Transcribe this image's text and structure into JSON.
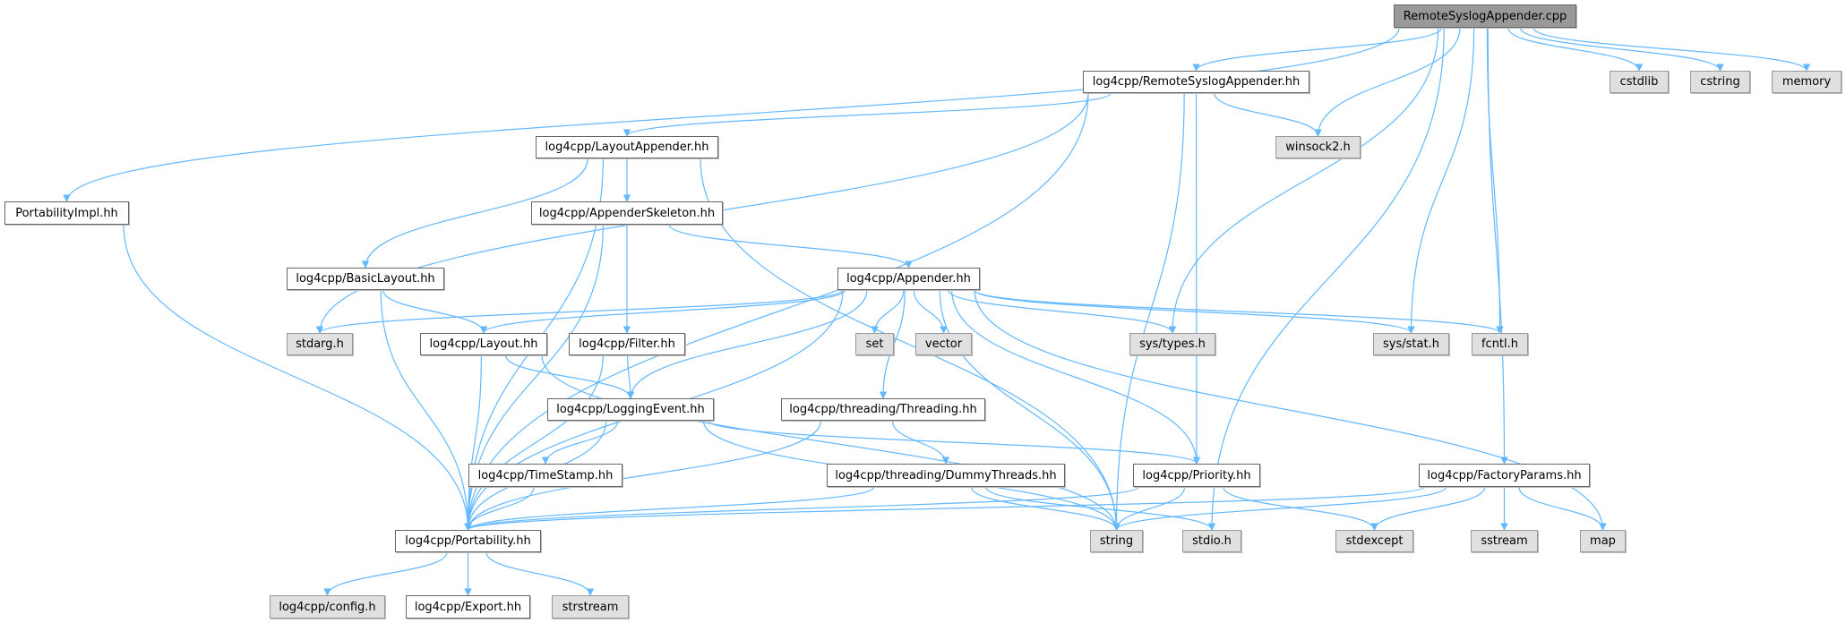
{
  "graph": {
    "nodes": {
      "cpp": {
        "label": "RemoteSyslogAppender.cpp",
        "kind": "root"
      },
      "rsa": {
        "label": "log4cpp/RemoteSyslogAppender.hh",
        "kind": "doc"
      },
      "pimpl": {
        "label": "PortabilityImpl.hh",
        "kind": "doc"
      },
      "lapp": {
        "label": "log4cpp/LayoutAppender.hh",
        "kind": "doc"
      },
      "winsock": {
        "label": "winsock2.h",
        "kind": "ext"
      },
      "cstdlib": {
        "label": "cstdlib",
        "kind": "ext"
      },
      "cstring": {
        "label": "cstring",
        "kind": "ext"
      },
      "memory": {
        "label": "memory",
        "kind": "ext"
      },
      "askel": {
        "label": "log4cpp/AppenderSkeleton.hh",
        "kind": "doc"
      },
      "basic": {
        "label": "log4cpp/BasicLayout.hh",
        "kind": "doc"
      },
      "appender": {
        "label": "log4cpp/Appender.hh",
        "kind": "doc"
      },
      "stdarg": {
        "label": "stdarg.h",
        "kind": "ext"
      },
      "layout": {
        "label": "log4cpp/Layout.hh",
        "kind": "doc"
      },
      "filter": {
        "label": "log4cpp/Filter.hh",
        "kind": "doc"
      },
      "set": {
        "label": "set",
        "kind": "ext"
      },
      "vector": {
        "label": "vector",
        "kind": "ext"
      },
      "systypes": {
        "label": "sys/types.h",
        "kind": "ext"
      },
      "sysstat": {
        "label": "sys/stat.h",
        "kind": "ext"
      },
      "fcntl": {
        "label": "fcntl.h",
        "kind": "ext"
      },
      "logev": {
        "label": "log4cpp/LoggingEvent.hh",
        "kind": "doc"
      },
      "threading": {
        "label": "log4cpp/threading/Threading.hh",
        "kind": "doc"
      },
      "timestamp": {
        "label": "log4cpp/TimeStamp.hh",
        "kind": "doc"
      },
      "dummy": {
        "label": "log4cpp/threading/DummyThreads.hh",
        "kind": "doc"
      },
      "priority": {
        "label": "log4cpp/Priority.hh",
        "kind": "doc"
      },
      "factory": {
        "label": "log4cpp/FactoryParams.hh",
        "kind": "doc"
      },
      "portability": {
        "label": "log4cpp/Portability.hh",
        "kind": "doc"
      },
      "string": {
        "label": "string",
        "kind": "ext"
      },
      "stdio": {
        "label": "stdio.h",
        "kind": "ext"
      },
      "stdexcept": {
        "label": "stdexcept",
        "kind": "ext"
      },
      "sstream": {
        "label": "sstream",
        "kind": "ext"
      },
      "map": {
        "label": "map",
        "kind": "ext"
      },
      "config": {
        "label": "log4cpp/config.h",
        "kind": "ext"
      },
      "export": {
        "label": "log4cpp/Export.hh",
        "kind": "doc"
      },
      "strstream": {
        "label": "strstream",
        "kind": "ext"
      }
    },
    "edges": [
      [
        "cpp",
        "pimpl"
      ],
      [
        "cpp",
        "rsa"
      ],
      [
        "cpp",
        "winsock"
      ],
      [
        "cpp",
        "systypes"
      ],
      [
        "cpp",
        "stdio"
      ],
      [
        "cpp",
        "sysstat"
      ],
      [
        "cpp",
        "fcntl"
      ],
      [
        "cpp",
        "factory"
      ],
      [
        "cpp",
        "cstdlib"
      ],
      [
        "cpp",
        "cstring"
      ],
      [
        "cpp",
        "memory"
      ],
      [
        "rsa",
        "lapp"
      ],
      [
        "rsa",
        "portability"
      ],
      [
        "rsa",
        "stdarg"
      ],
      [
        "rsa",
        "winsock"
      ],
      [
        "rsa",
        "priority"
      ],
      [
        "rsa",
        "string"
      ],
      [
        "lapp",
        "basic"
      ],
      [
        "lapp",
        "askel"
      ],
      [
        "lapp",
        "portability"
      ],
      [
        "lapp",
        "string"
      ],
      [
        "askel",
        "appender"
      ],
      [
        "askel",
        "filter"
      ],
      [
        "askel",
        "portability"
      ],
      [
        "basic",
        "layout"
      ],
      [
        "basic",
        "portability"
      ],
      [
        "appender",
        "stdarg"
      ],
      [
        "appender",
        "layout"
      ],
      [
        "appender",
        "logev"
      ],
      [
        "appender",
        "portability"
      ],
      [
        "appender",
        "threading"
      ],
      [
        "appender",
        "set"
      ],
      [
        "appender",
        "vector"
      ],
      [
        "appender",
        "string"
      ],
      [
        "appender",
        "priority"
      ],
      [
        "appender",
        "systypes"
      ],
      [
        "appender",
        "sysstat"
      ],
      [
        "appender",
        "fcntl"
      ],
      [
        "appender",
        "map"
      ],
      [
        "layout",
        "logev"
      ],
      [
        "layout",
        "portability"
      ],
      [
        "layout",
        "string"
      ],
      [
        "filter",
        "logev"
      ],
      [
        "filter",
        "portability"
      ],
      [
        "logev",
        "timestamp"
      ],
      [
        "logev",
        "portability"
      ],
      [
        "logev",
        "priority"
      ],
      [
        "logev",
        "string"
      ],
      [
        "threading",
        "dummy"
      ],
      [
        "threading",
        "portability"
      ],
      [
        "timestamp",
        "portability"
      ],
      [
        "dummy",
        "portability"
      ],
      [
        "dummy",
        "string"
      ],
      [
        "dummy",
        "stdio"
      ],
      [
        "priority",
        "portability"
      ],
      [
        "priority",
        "string"
      ],
      [
        "priority",
        "stdexcept"
      ],
      [
        "factory",
        "portability"
      ],
      [
        "factory",
        "string"
      ],
      [
        "factory",
        "stdexcept"
      ],
      [
        "factory",
        "sstream"
      ],
      [
        "factory",
        "map"
      ],
      [
        "pimpl",
        "portability"
      ],
      [
        "portability",
        "config"
      ],
      [
        "portability",
        "export"
      ],
      [
        "portability",
        "strstream"
      ]
    ],
    "colors": {
      "edge": "#63b8ff",
      "root_fill": "#999999",
      "ext_fill": "#e0e0e0"
    }
  }
}
